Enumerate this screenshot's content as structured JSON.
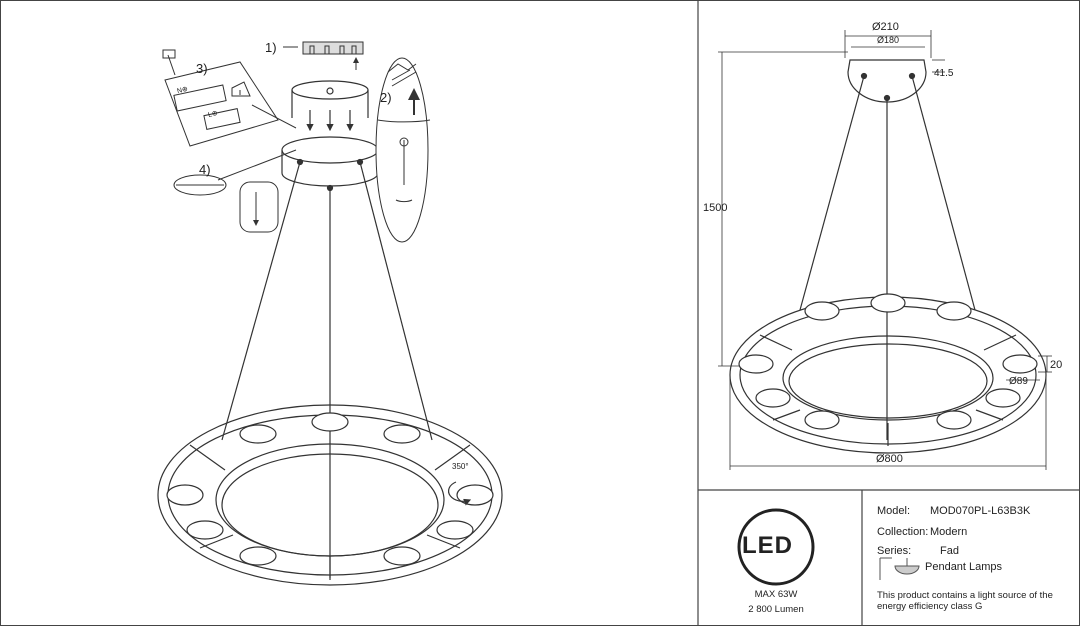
{
  "installation": {
    "step1": "1)",
    "step2": "2)",
    "step3": "3)",
    "step4": "4)",
    "rotation_label": "350°",
    "wire_labels": [
      "N⊕",
      "L⊕"
    ]
  },
  "dimensions": {
    "canopy_outer": "Ø210",
    "canopy_inner": "Ø180",
    "canopy_height": "41.5",
    "total_height": "1500",
    "ring_thickness": "20",
    "lamp_diameter": "Ø89",
    "ring_diameter": "Ø800"
  },
  "badge": {
    "logo": "LED",
    "max_power": "MAX 63W",
    "lumen": "2 800 Lumen"
  },
  "specs": {
    "model_label": "Model:",
    "model_value": "MOD070PL-L63B3K",
    "collection_label": "Collection:",
    "collection_value": "Modern",
    "series_label": "Series:",
    "series_value": "Fad",
    "type_value": "Pendant Lamps",
    "note": "This product contains a light source of the energy efficiency class G"
  },
  "colors": {
    "line": "#333333",
    "frame": "#444444"
  }
}
